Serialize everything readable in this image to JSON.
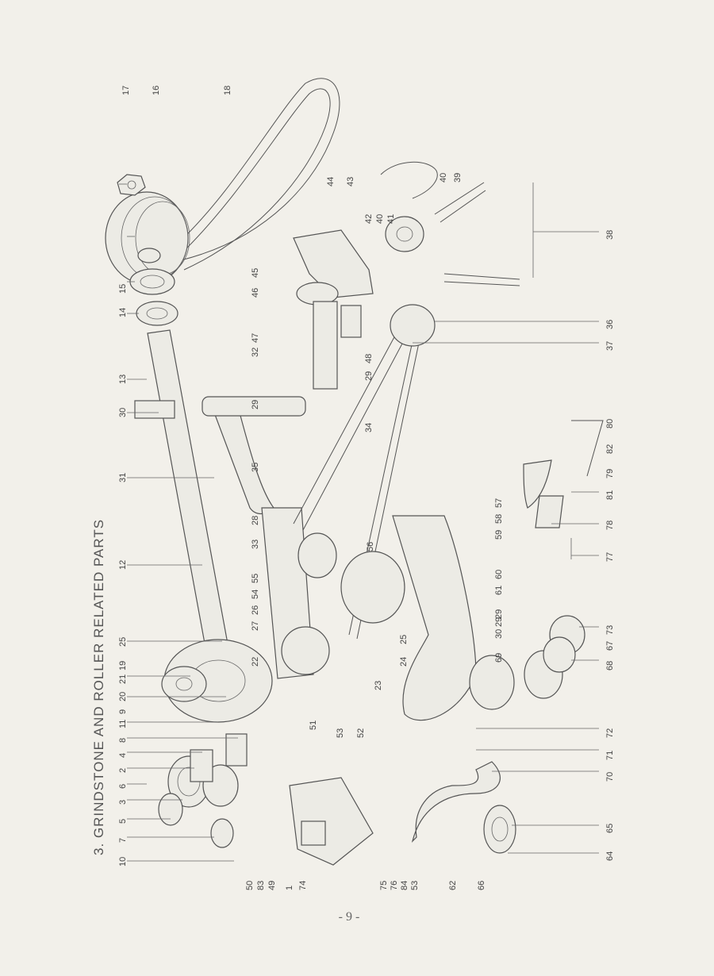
{
  "title": "3.  GRINDSTONE AND ROLLER RELATED PARTS",
  "page_number": "- 9 -",
  "callouts_top": [
    {
      "label": "10"
    },
    {
      "label": "7"
    },
    {
      "label": "5"
    },
    {
      "label": "3"
    },
    {
      "label": "6"
    },
    {
      "label": "2"
    },
    {
      "label": "4"
    },
    {
      "label": "8"
    },
    {
      "label": "11"
    },
    {
      "label": "9"
    },
    {
      "label": "20"
    },
    {
      "label": "21"
    },
    {
      "label": "19"
    },
    {
      "label": "25"
    },
    {
      "label": "12"
    },
    {
      "label": "31"
    },
    {
      "label": "30"
    },
    {
      "label": "13"
    },
    {
      "label": "14"
    },
    {
      "label": "15"
    },
    {
      "label": "16"
    },
    {
      "label": "17"
    }
  ],
  "callouts_mid": [
    {
      "label": "22"
    },
    {
      "label": "27"
    },
    {
      "label": "26"
    },
    {
      "label": "54"
    },
    {
      "label": "55"
    },
    {
      "label": "33"
    },
    {
      "label": "28"
    },
    {
      "label": "35"
    },
    {
      "label": "29"
    },
    {
      "label": "32"
    },
    {
      "label": "47"
    },
    {
      "label": "46"
    },
    {
      "label": "45"
    },
    {
      "label": "44"
    },
    {
      "label": "43"
    },
    {
      "label": "42"
    },
    {
      "label": "40"
    },
    {
      "label": "41"
    },
    {
      "label": "29"
    },
    {
      "label": "48"
    },
    {
      "label": "34"
    },
    {
      "label": "18"
    },
    {
      "label": "40"
    },
    {
      "label": "39"
    }
  ],
  "callouts_lower": [
    {
      "label": "51"
    },
    {
      "label": "53"
    },
    {
      "label": "52"
    },
    {
      "label": "23"
    },
    {
      "label": "24"
    },
    {
      "label": "25"
    },
    {
      "label": "56"
    },
    {
      "label": "59"
    },
    {
      "label": "58"
    },
    {
      "label": "57"
    },
    {
      "label": "61"
    },
    {
      "label": "60"
    },
    {
      "label": "29"
    },
    {
      "label": "30"
    },
    {
      "label": "69"
    }
  ],
  "callouts_bottom": [
    {
      "label": "50"
    },
    {
      "label": "83"
    },
    {
      "label": "49"
    },
    {
      "label": "1"
    },
    {
      "label": "74"
    },
    {
      "label": "75"
    },
    {
      "label": "76"
    },
    {
      "label": "84"
    },
    {
      "label": "53"
    },
    {
      "label": "62"
    },
    {
      "label": "66"
    },
    {
      "label": "64"
    },
    {
      "label": "65"
    },
    {
      "label": "70"
    },
    {
      "label": "71"
    },
    {
      "label": "72"
    },
    {
      "label": "68"
    },
    {
      "label": "67"
    },
    {
      "label": "73"
    },
    {
      "label": "29"
    },
    {
      "label": "37"
    },
    {
      "label": "36"
    },
    {
      "label": "38"
    },
    {
      "label": "77"
    },
    {
      "label": "78"
    },
    {
      "label": "81"
    },
    {
      "label": "79"
    },
    {
      "label": "82"
    },
    {
      "label": "80"
    }
  ]
}
